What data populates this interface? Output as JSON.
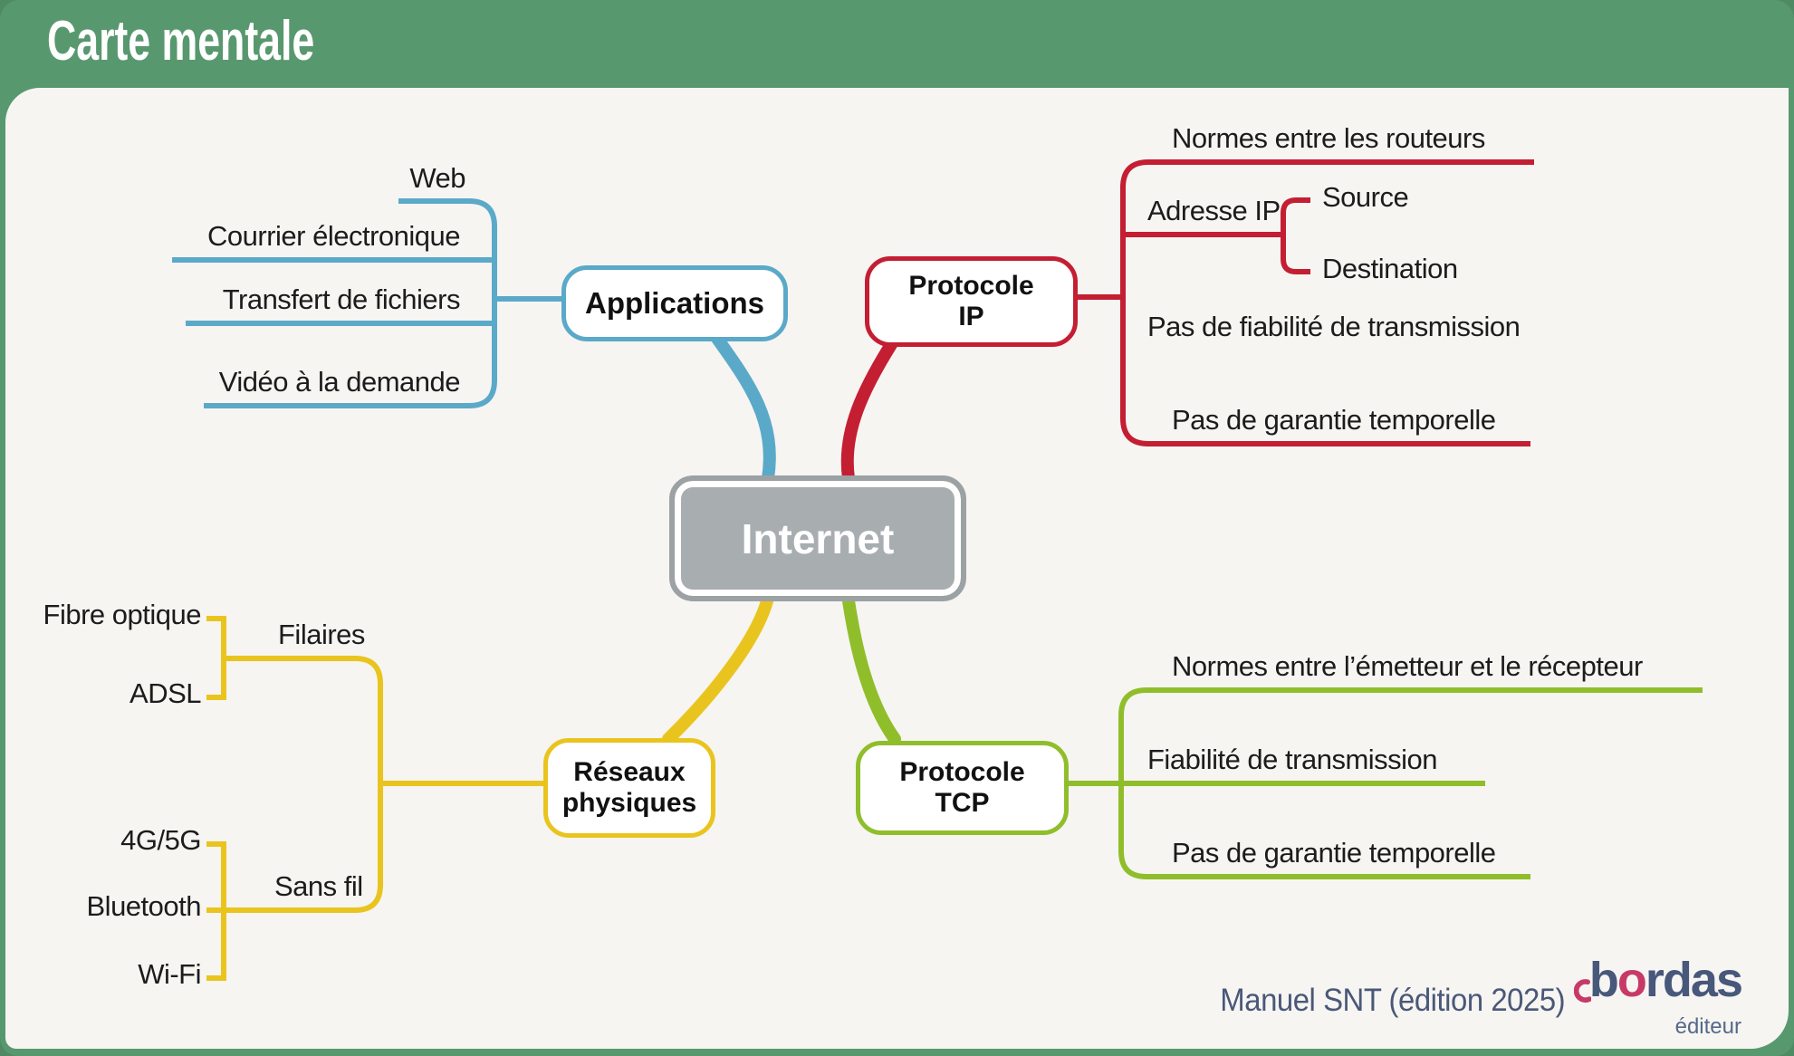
{
  "header": {
    "title": "Carte mentale"
  },
  "center": {
    "label": "Internet"
  },
  "branches": {
    "applications": {
      "label": "Applications",
      "color": "#5BA9C9",
      "leaves": [
        "Web",
        "Courrier électronique",
        "Transfert de fichiers",
        "Vidéo à la demande"
      ]
    },
    "ip": {
      "label_line1": "Protocole",
      "label_line2": "IP",
      "color": "#C41E33",
      "leaves": [
        "Normes entre les routeurs",
        "Adresse IP",
        "Source",
        "Destination",
        "Pas de fiabilité de transmission",
        "Pas de garantie temporelle"
      ]
    },
    "reseaux": {
      "label_line1": "Réseaux",
      "label_line2": "physiques",
      "color": "#EAC41E",
      "filaires": {
        "label": "Filaires",
        "leaves": [
          "Fibre optique",
          "ADSL"
        ]
      },
      "sans_fil": {
        "label": "Sans fil",
        "leaves": [
          "4G/5G",
          "Bluetooth",
          "Wi-Fi"
        ]
      }
    },
    "tcp": {
      "label_line1": "Protocole",
      "label_line2": "TCP",
      "color": "#90BE2B",
      "leaves": [
        "Normes entre l’émetteur et le récepteur",
        "Fiabilité de transmission",
        "Pas de garantie temporelle"
      ]
    }
  },
  "footer": {
    "credit": "Manuel SNT (édition 2025)",
    "logo": {
      "b": "b",
      "o": "o",
      "rdas": "rdas",
      "tagline": "éditeur"
    }
  },
  "colors": {
    "header_green": "#58986E",
    "panel_background": "#F6F5F2",
    "applications_blue": "#5BA9C9",
    "ip_red": "#C41E33",
    "reseaux_yellow": "#EAC41E",
    "tcp_green": "#90BE2B",
    "internet_gray": "#A8ADB0",
    "footer_slate": "#4A5878",
    "logo_pink": "#C73A68"
  }
}
